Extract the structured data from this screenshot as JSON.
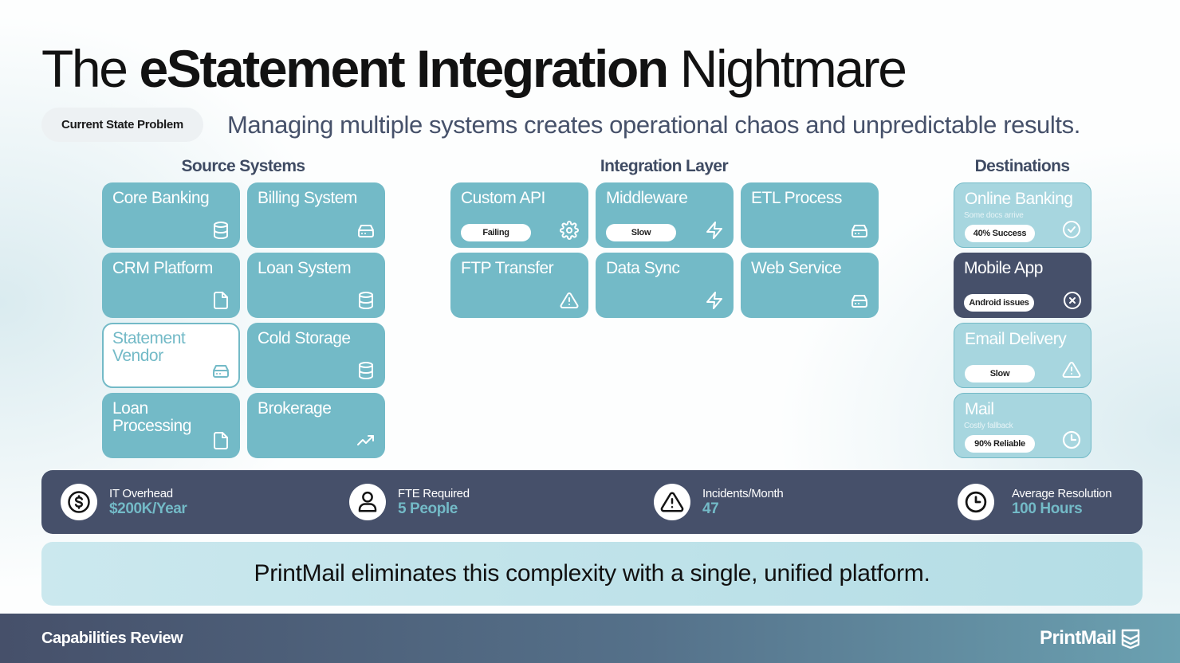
{
  "title": {
    "pre": "The ",
    "bold": "eStatement Integration",
    "post": " Nightmare"
  },
  "tag": "Current State Problem",
  "subtitle": "Managing multiple systems creates operational chaos and unpredictable results.",
  "columns": {
    "source": "Source Systems",
    "integration": "Integration Layer",
    "destinations": "Destinations"
  },
  "source": [
    {
      "name": "Core Banking",
      "icon": "database-icon"
    },
    {
      "name": "Billing System",
      "icon": "server-icon"
    },
    {
      "name": "CRM Platform",
      "icon": "file-icon"
    },
    {
      "name": "Loan System",
      "icon": "database-icon"
    },
    {
      "name": "Statement Vendor",
      "icon": "server-icon"
    },
    {
      "name": "Cold Storage",
      "icon": "database-icon"
    },
    {
      "name": "Loan Processing",
      "icon": "file-icon"
    },
    {
      "name": "Brokerage",
      "icon": "trending-up-icon"
    }
  ],
  "integration": [
    {
      "name": "Custom API",
      "badge": "Failing",
      "icon": "gear-icon"
    },
    {
      "name": "Middleware",
      "badge": "Slow",
      "icon": "lightning-icon"
    },
    {
      "name": "ETL Process",
      "icon": "server-icon"
    },
    {
      "name": "FTP Transfer",
      "icon": "warning-icon"
    },
    {
      "name": "Data Sync",
      "icon": "lightning-icon"
    },
    {
      "name": "Web Service",
      "icon": "server-icon"
    }
  ],
  "destinations": [
    {
      "name": "Online Banking",
      "sub": "Some docs arrive",
      "badge": "40% Success",
      "icon": "check-circle-icon"
    },
    {
      "name": "Mobile App",
      "badge": "Android issues",
      "icon": "x-circle-icon"
    },
    {
      "name": "Email Delivery",
      "badge": "Slow",
      "icon": "warning-icon"
    },
    {
      "name": "Mail",
      "sub": "Costly fallback",
      "badge": "90% Reliable",
      "icon": "clock-icon"
    }
  ],
  "stats": [
    {
      "label": "IT Overhead",
      "value": "$200K/Year",
      "icon": "dollar-icon"
    },
    {
      "label": "FTE Required",
      "value": "5 People",
      "icon": "person-icon"
    },
    {
      "label": "Incidents/Month",
      "value": "47",
      "icon": "warning-icon"
    },
    {
      "label": "Average Resolution",
      "value": "100 Hours",
      "icon": "clock-icon"
    }
  ],
  "banner": "PrintMail eliminates this complexity with a single, unified platform.",
  "footer": {
    "left": "Capabilities Review",
    "brand": "PrintMail"
  },
  "colors": {
    "teal": "#73bac7",
    "navy": "#46506a",
    "light_teal": "#a7d6df"
  }
}
